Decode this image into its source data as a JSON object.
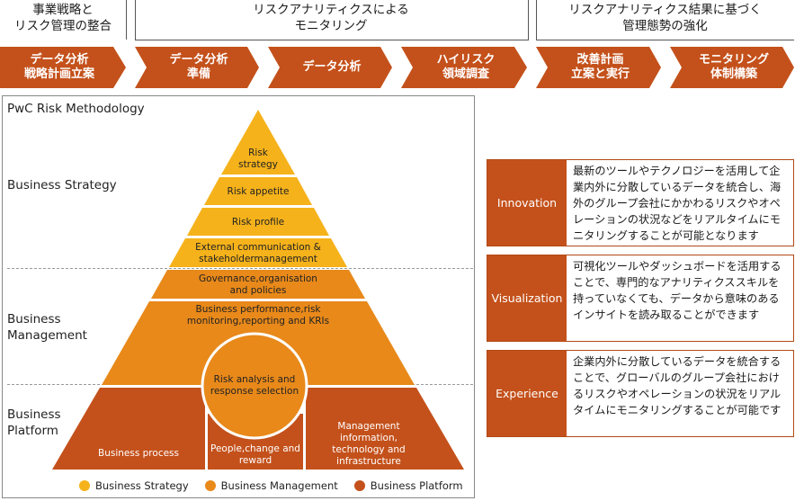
{
  "headers": {
    "left": "事業戦略と\nリスク管理の整合",
    "middle": "リスクアナリティクスによる\nモニタリング",
    "right": "リスクアナリティクス結果に基づく\n管理態勢の強化"
  },
  "steps": [
    {
      "label": "データ分析\n戦略計画立案"
    },
    {
      "label": "データ分析\n準備"
    },
    {
      "label": "データ分析"
    },
    {
      "label": "ハイリスク\n領域調査"
    },
    {
      "label": "改善計画\n立案と実行"
    },
    {
      "label": "モニタリング\n体制構築"
    }
  ],
  "methodology": {
    "title": "PwC Risk Methodology",
    "sections": {
      "strategy": "Business Strategy",
      "management": "Business\nManagement",
      "platform": "Business\nPlatform"
    },
    "pyramid": {
      "risk_strategy": "Risk\nstrategy",
      "risk_appetite": "Risk appetite",
      "risk_profile": "Risk profile",
      "external_comm": "External communication &\nstakeholdermanagement",
      "governance": "Governance,organisation\nand policies",
      "performance": "Business performance,risk\nmonitoring,reporting and KRIs",
      "risk_analysis": "Risk analysis and\nresponse selection",
      "business_process": "Business process",
      "people": "People,change and\nreward",
      "mit": "Management\ninformation,\ntechnology and\ninfrastructure"
    },
    "legend": [
      {
        "label": "Business Strategy",
        "color": "#f5b21b"
      },
      {
        "label": "Business Management",
        "color": "#e8891a"
      },
      {
        "label": "Business Platform",
        "color": "#c4511b"
      }
    ]
  },
  "cards": [
    {
      "label": "Innovation",
      "text": "最新のツールやテクノロジーを活用して企業内外に分散しているデータを統合し、海外のグループ会社にかかわるリスクやオペレーションの状況などをリアルタイムにモニタリングすることが可能となります"
    },
    {
      "label": "Visualization",
      "text": "可視化ツールやダッシュボードを活用することで、専門的なアナリティクススキルを持っていなくても、データから意味のあるインサイトを読み取ることができます"
    },
    {
      "label": "Experience",
      "text": "企業内外に分散しているデータを統合することで、グローバルのグループ会社におけるリスクやオペレーションの状況をリアルタイムにモニタリングすることが可能です"
    }
  ],
  "colors": {
    "arrow": "#c4511b",
    "strategy": "#f5b21b",
    "management": "#e8891a",
    "platform": "#c4511b",
    "card_label": "#c4511b"
  }
}
